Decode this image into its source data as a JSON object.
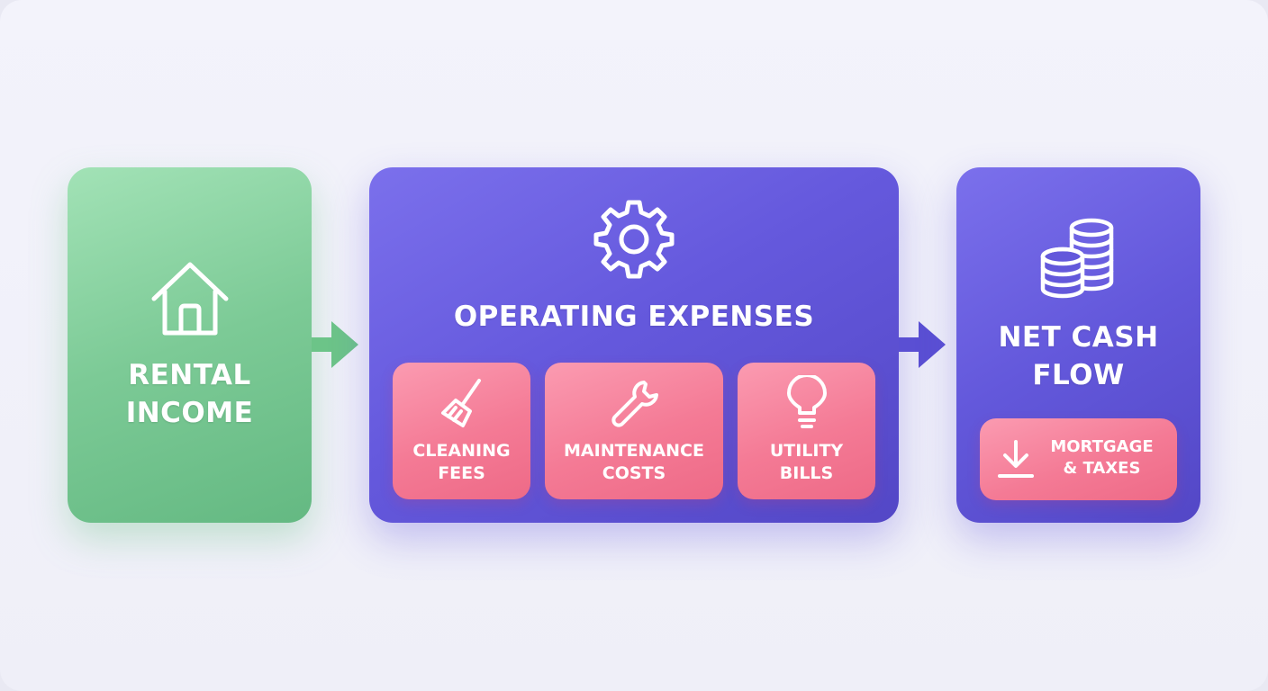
{
  "income": {
    "title_line1": "RENTAL",
    "title_line2": "INCOME",
    "icon": "house-icon",
    "color": "#7cca96"
  },
  "opex": {
    "title": "OPERATING EXPENSES",
    "icon": "gear-icon",
    "color": "#6559dd",
    "items": [
      {
        "line1": "CLEANING",
        "line2": "FEES",
        "icon": "broom-icon"
      },
      {
        "line1": "MAINTENANCE",
        "line2": "COSTS",
        "icon": "wrench-icon"
      },
      {
        "line1": "UTILITY",
        "line2": "BILLS",
        "icon": "lightbulb-icon"
      }
    ]
  },
  "net": {
    "title_line1": "NET CASH",
    "title_line2": "FLOW",
    "icon": "coins-icon",
    "color": "#6358db",
    "deduction": {
      "line1": "MORTGAGE",
      "line2": "& TAXES",
      "icon": "download-icon"
    }
  },
  "accent_pink": "#f47a95"
}
